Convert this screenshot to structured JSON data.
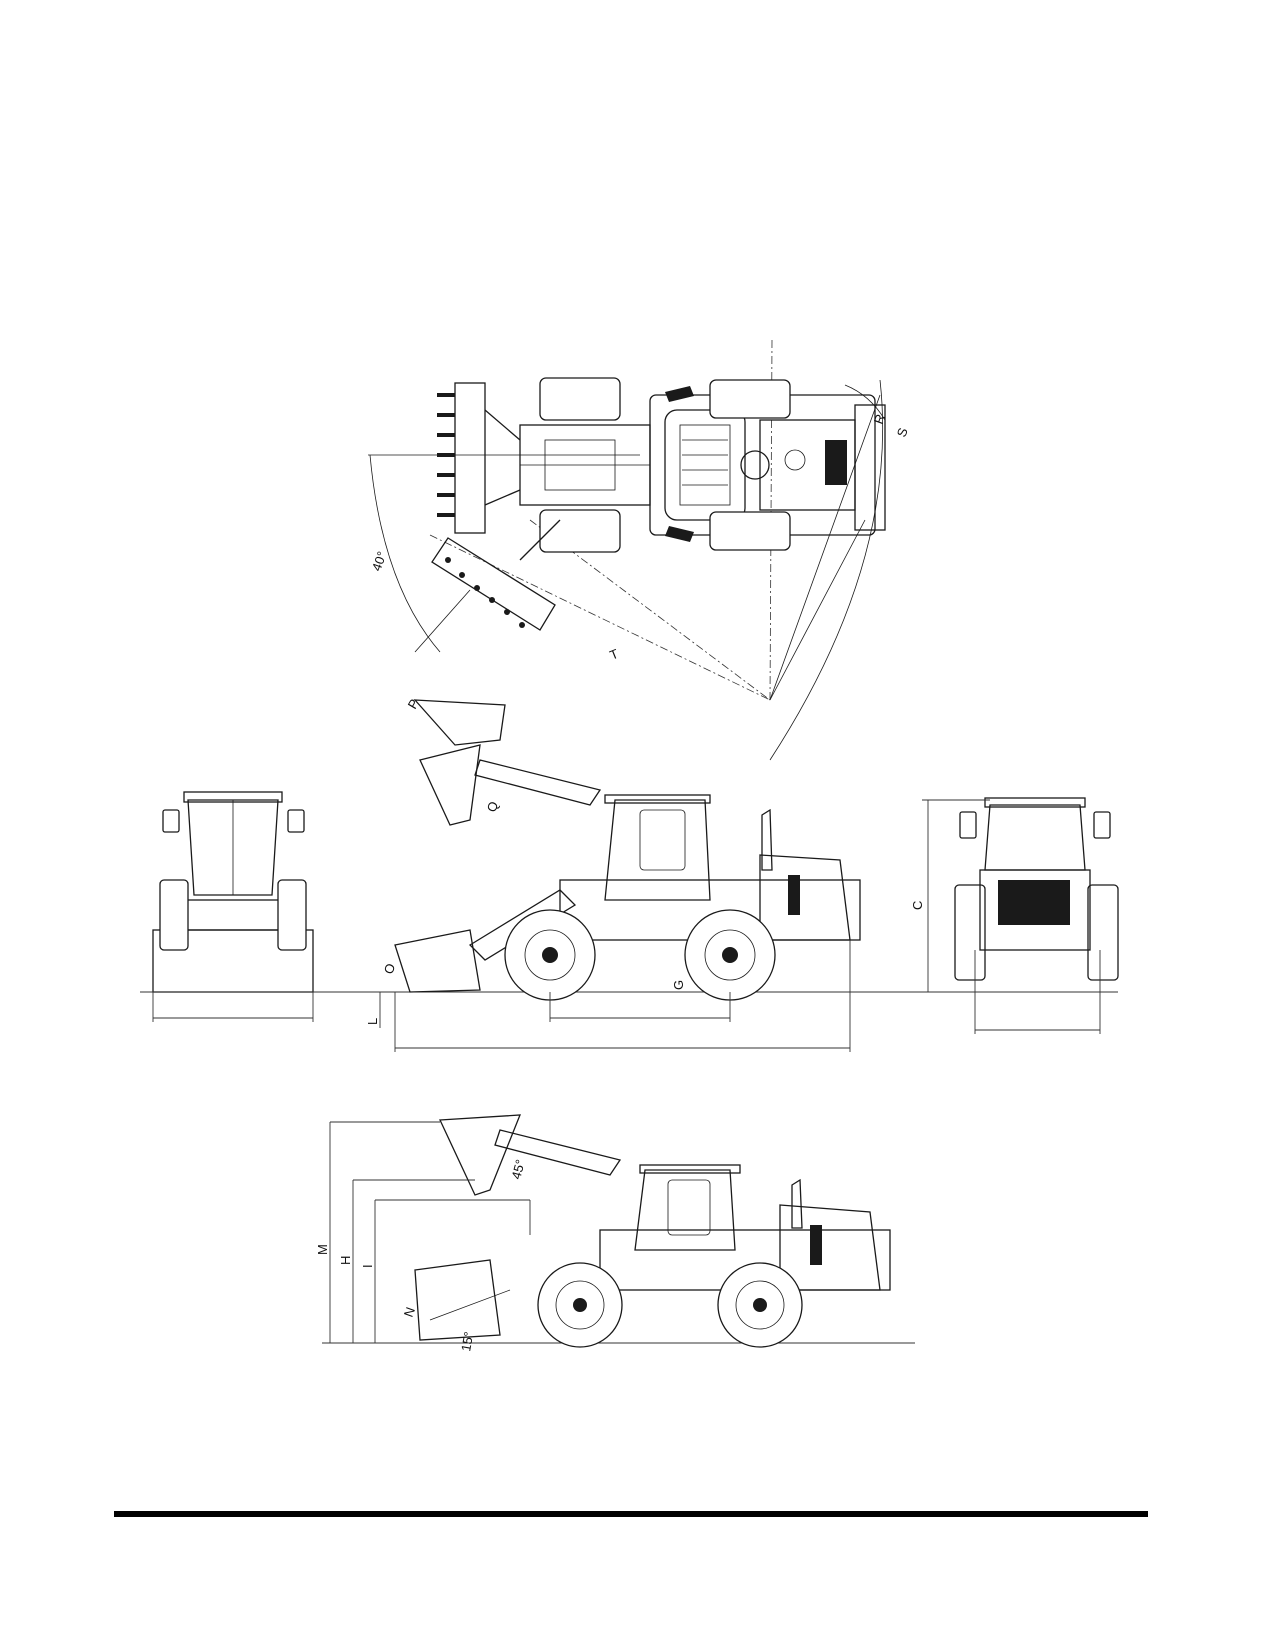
{
  "labels": {
    "R": "R",
    "S": "S",
    "T": "T",
    "P": "P",
    "Q": "Q",
    "O": "O",
    "L": "L",
    "G": "G",
    "C": "C",
    "M": "M",
    "H": "H",
    "I": "I",
    "N": "N",
    "angle_40": "40°",
    "angle_45": "45°",
    "angle_15": "15°"
  }
}
